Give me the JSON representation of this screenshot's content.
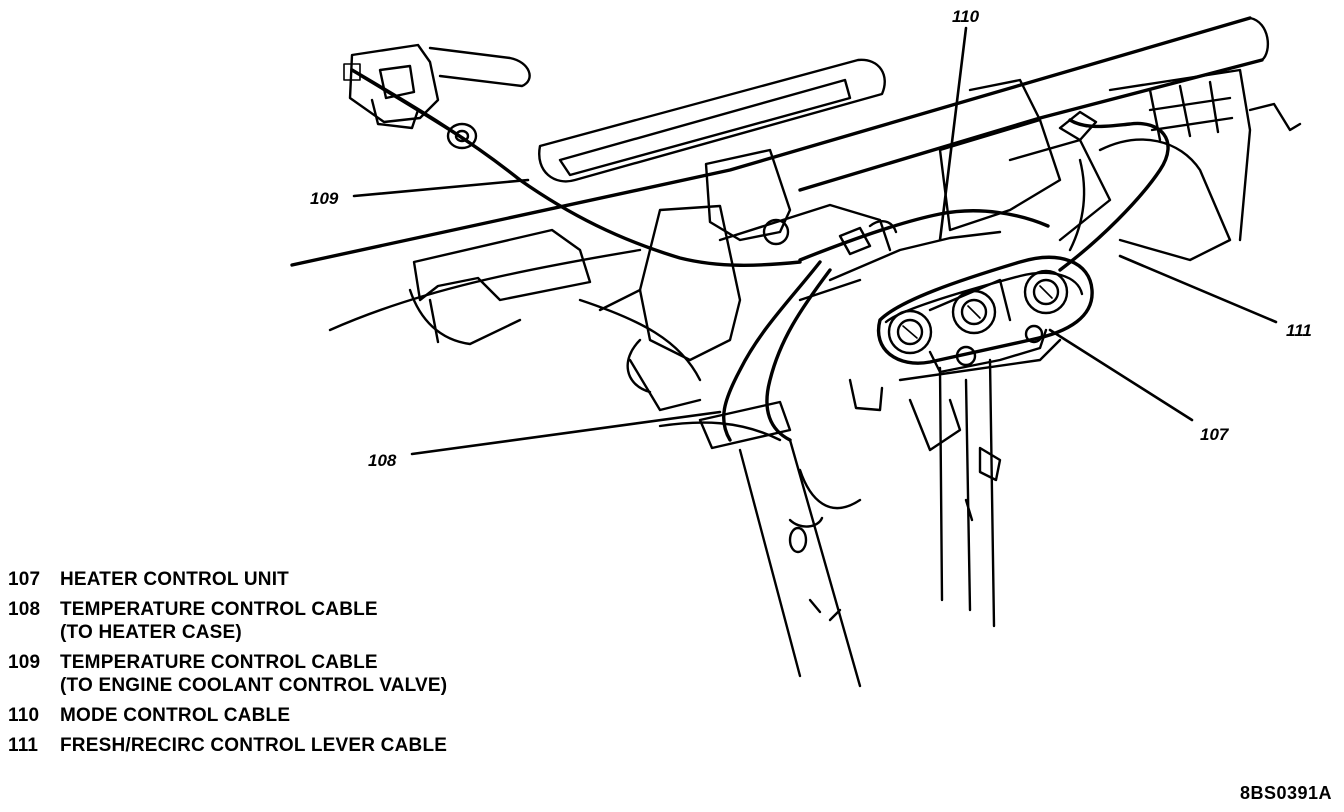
{
  "callouts": {
    "c107": "107",
    "c108": "108",
    "c109": "109",
    "c110": "110",
    "c111": "111"
  },
  "legend": [
    {
      "number": "107",
      "description": "HEATER CONTROL UNIT"
    },
    {
      "number": "108",
      "description": "TEMPERATURE CONTROL CABLE\n(TO HEATER CASE)"
    },
    {
      "number": "109",
      "description": "TEMPERATURE CONTROL CABLE\n(TO ENGINE COOLANT CONTROL VALVE)"
    },
    {
      "number": "110",
      "description": "MODE CONTROL CABLE"
    },
    {
      "number": "111",
      "description": "FRESH/RECIRC CONTROL LEVER CABLE"
    }
  ],
  "figure_code": "8BS0391A"
}
